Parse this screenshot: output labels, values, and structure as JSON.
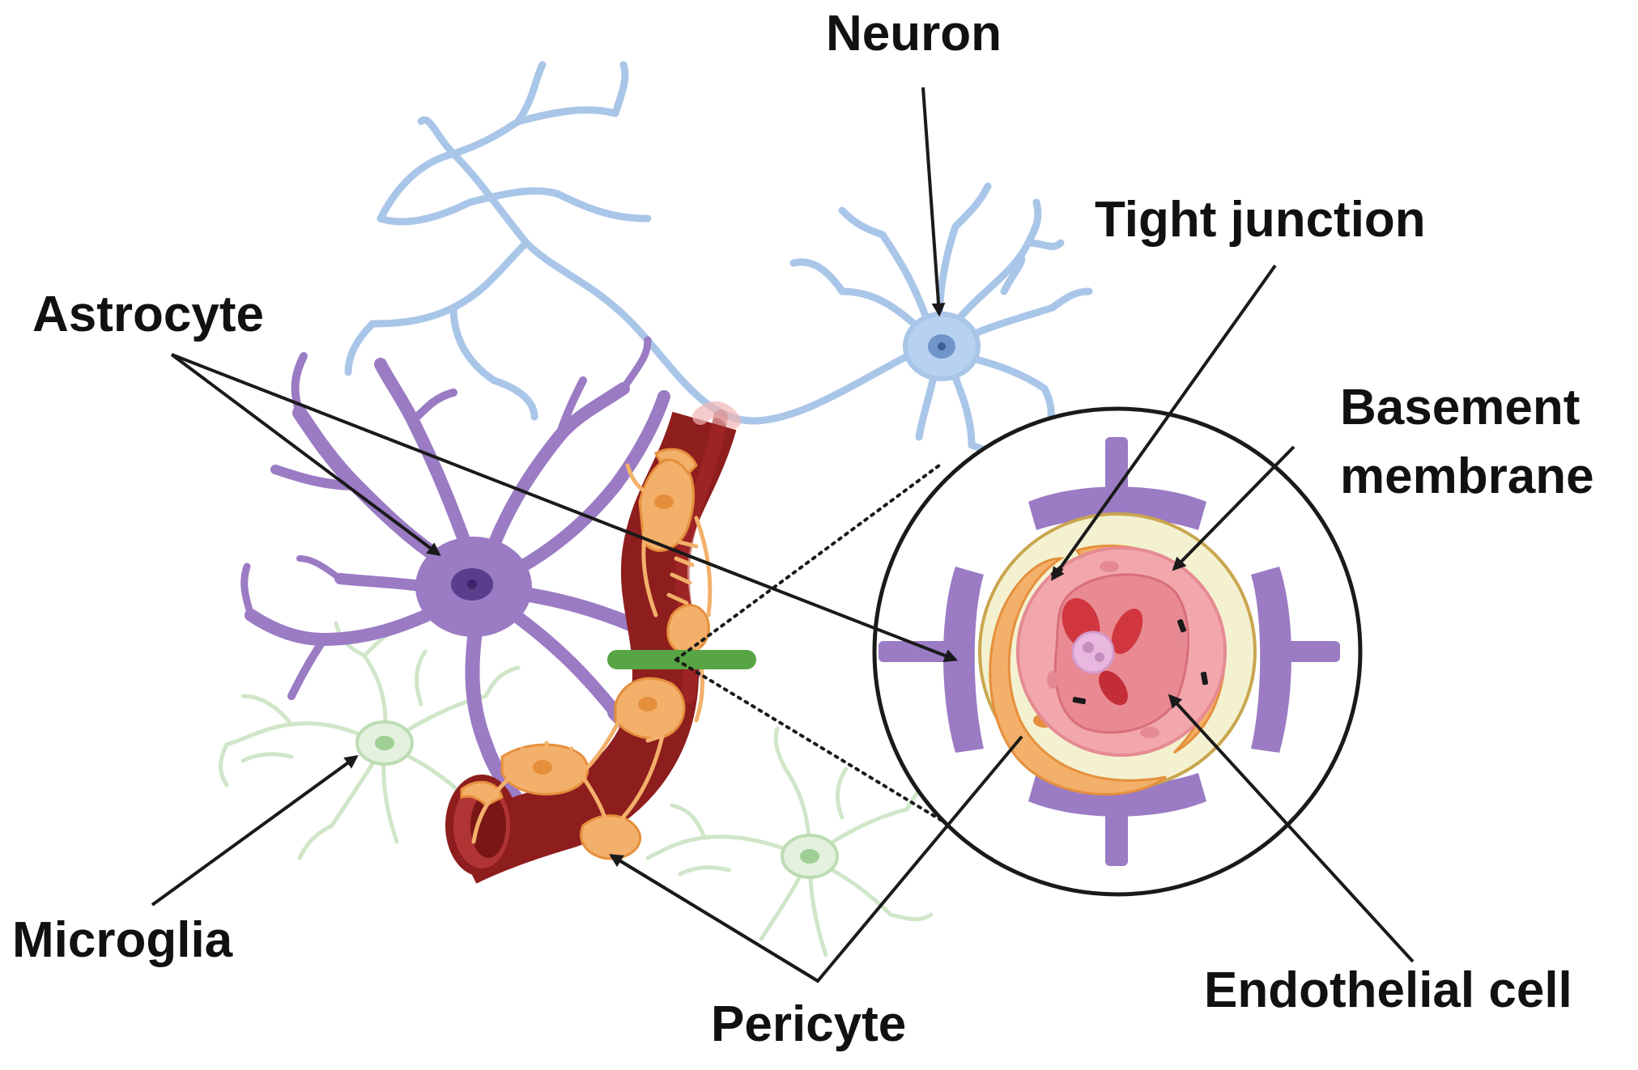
{
  "labels": {
    "neuron": "Neuron",
    "astrocyte": "Astrocyte",
    "tight_junction": "Tight junction",
    "basement_line1": "Basement",
    "basement_line2": "membrane",
    "microglia": "Microglia",
    "pericyte": "Pericyte",
    "endothelial": "Endothelial cell"
  },
  "colors": {
    "neuron": "#a9c6e8",
    "neuron_soma": "#b7d1f0",
    "astrocyte": "#9b7bc4",
    "astrocyte_nucleus": "#5a3e8e",
    "microglia": "#cfe6c8",
    "vessel": "#8e1d1d",
    "vessel_lumen": "#c23b3b",
    "pericyte": "#f3b06a",
    "tight_junction_bar": "#57a544",
    "basement": "#f3f1d0",
    "endothelial": "#f2a7ad",
    "lumen": "#e98a92",
    "red_cell": "#d1363f",
    "leuko": "#e8b8df",
    "arrow": "#1a1a1a"
  }
}
